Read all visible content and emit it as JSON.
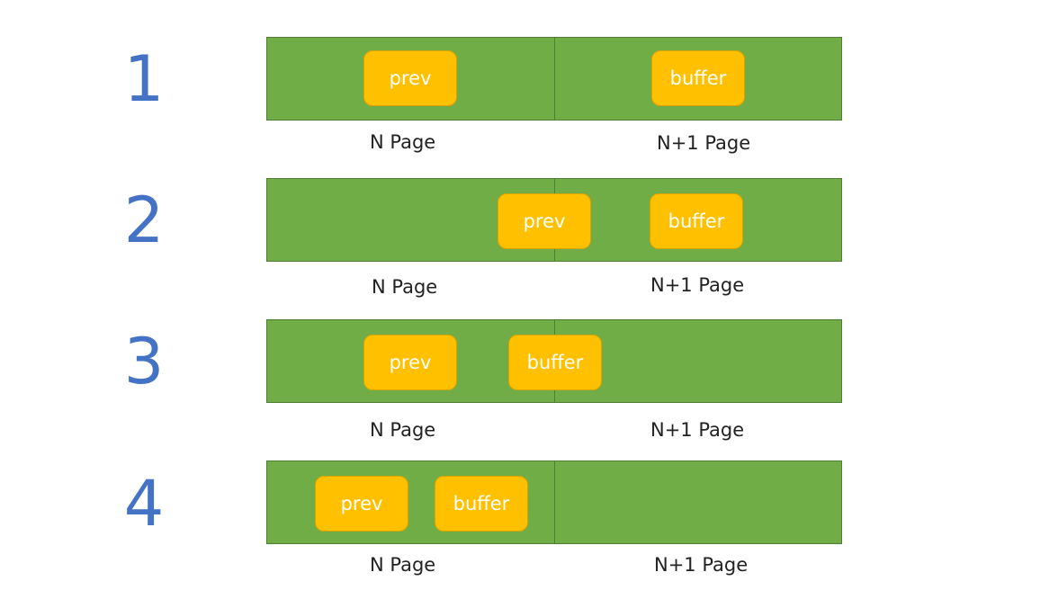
{
  "colors": {
    "step_number": "#4472C4",
    "page_fill": "#70AD47",
    "page_border": "#507E32",
    "block_fill": "#FFC000",
    "block_text": "#FFFFFF"
  },
  "steps": [
    {
      "number": "1",
      "block_a": "prev",
      "block_b": "buffer",
      "label_left": "N Page",
      "label_right": "N+1 Page"
    },
    {
      "number": "2",
      "block_a": "prev",
      "block_b": "buffer",
      "label_left": "N Page",
      "label_right": "N+1 Page"
    },
    {
      "number": "3",
      "block_a": "prev",
      "block_b": "buffer",
      "label_left": "N Page",
      "label_right": "N+1 Page"
    },
    {
      "number": "4",
      "block_a": "prev",
      "block_b": "buffer",
      "label_left": "N Page",
      "label_right": "N+1 Page"
    }
  ]
}
